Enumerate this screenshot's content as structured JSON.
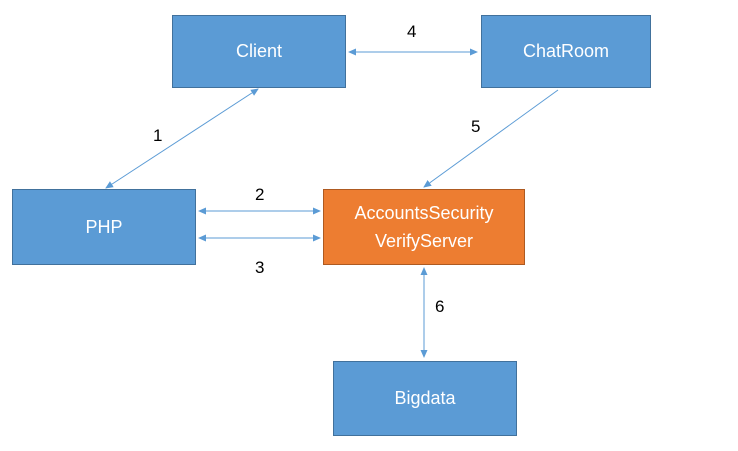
{
  "nodes": {
    "client": "Client",
    "chatroom": "ChatRoom",
    "php": "PHP",
    "accounts_security_line1": "AccountsSecurity",
    "accounts_security_line2": "VerifyServer",
    "bigdata": "Bigdata"
  },
  "edges": {
    "e1": "1",
    "e2": "2",
    "e3": "3",
    "e4": "4",
    "e5": "5",
    "e6": "6"
  },
  "colors": {
    "box_blue": "#5b9bd5",
    "box_orange": "#ed7d31",
    "arrow": "#5b9bd5"
  }
}
